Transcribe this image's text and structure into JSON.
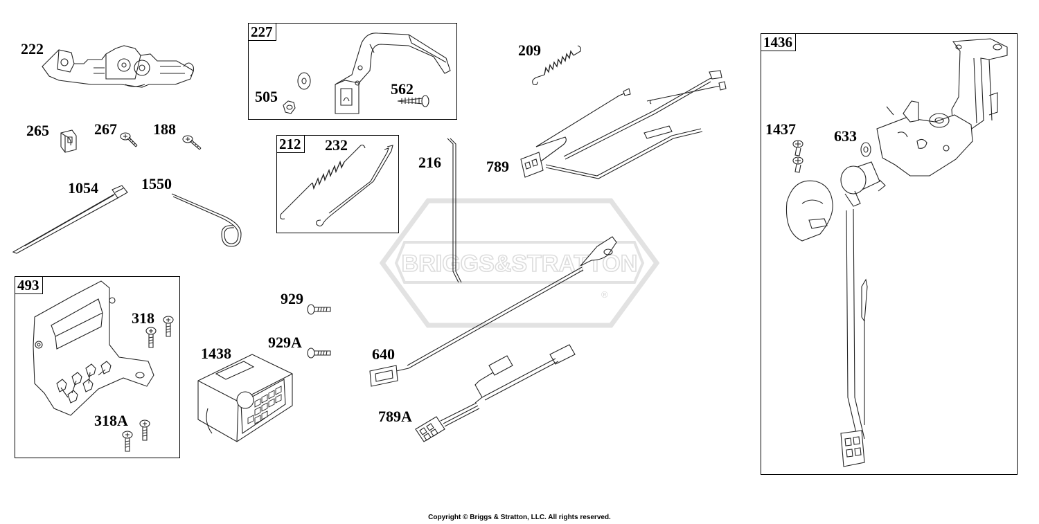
{
  "watermark": {
    "brand": "BRIGGS&STRATTON",
    "mark": "®"
  },
  "copyright": "Copyright © Briggs & Stratton, LLC. All rights reserved.",
  "boxes": {
    "227": "227",
    "212": "212",
    "493": "493",
    "1436": "1436"
  },
  "labels": {
    "222": "222",
    "265": "265",
    "267": "267",
    "188": "188",
    "1054": "1054",
    "1550": "1550",
    "505": "505",
    "562": "562",
    "232": "232",
    "216": "216",
    "209": "209",
    "789": "789",
    "318": "318",
    "318A": "318A",
    "929": "929",
    "929A": "929A",
    "1438": "1438",
    "640": "640",
    "789A": "789A",
    "1437": "1437",
    "633": "633"
  }
}
